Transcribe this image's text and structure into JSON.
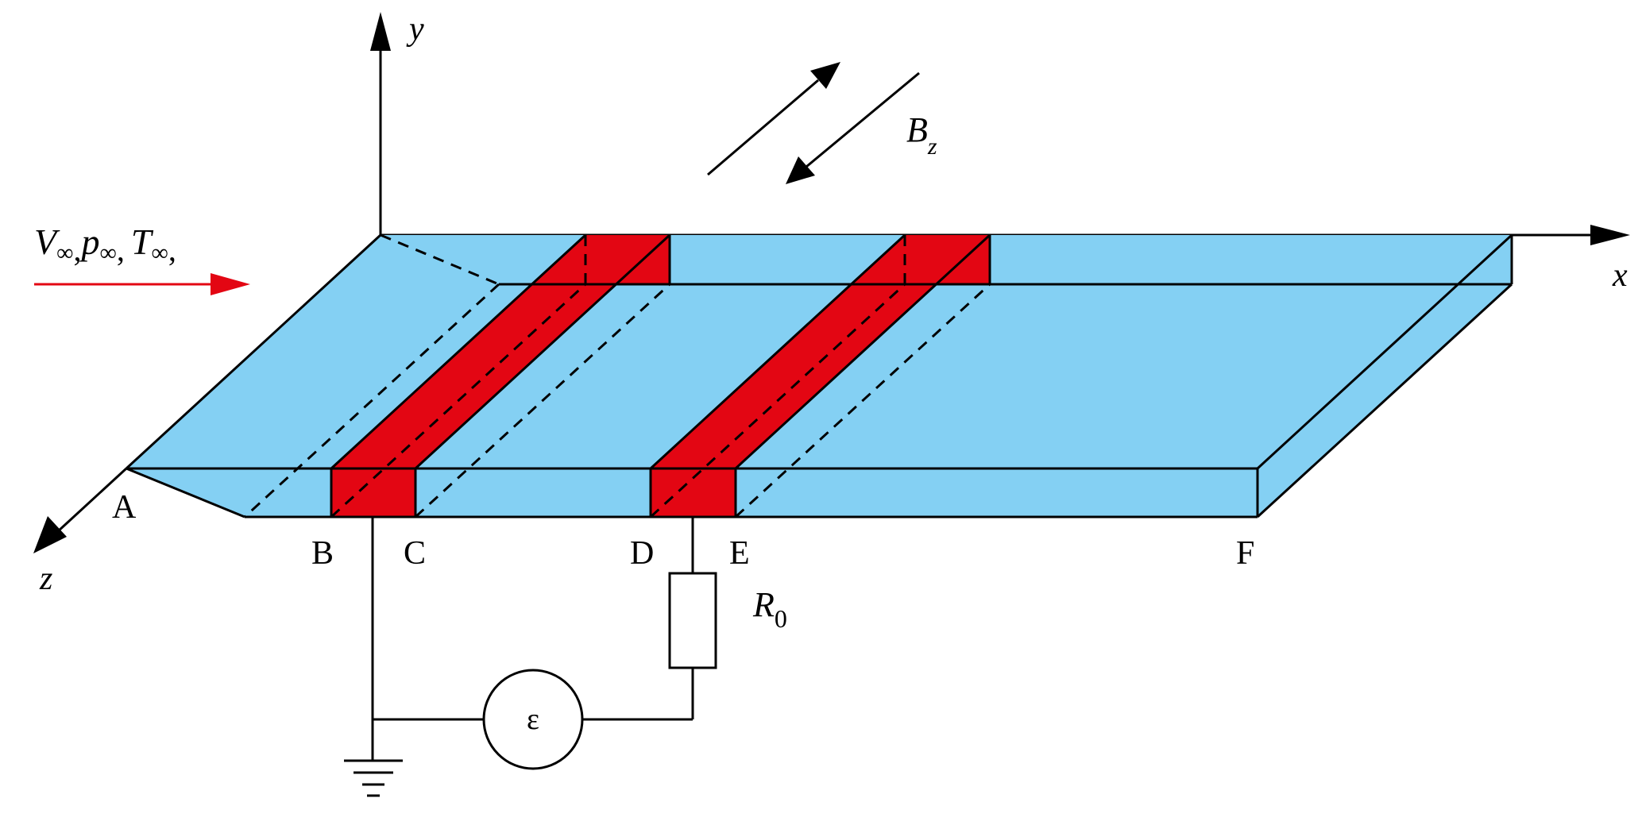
{
  "title": "MHD generator channel schematic with electrode pairs and external circuit",
  "colors": {
    "plate": "#84D0F3",
    "electrode": "#E30613",
    "flow_arrow": "#E30613",
    "line": "#000000"
  },
  "axes": {
    "x_label": "x",
    "y_label": "y",
    "z_label": "z"
  },
  "flow": {
    "label_V": "V",
    "label_p": "p",
    "label_T": "T",
    "subscript": "∞",
    "separator": ","
  },
  "magnetic_field": {
    "label": "B",
    "subscript": "z",
    "arrows": [
      "outward",
      "inward"
    ]
  },
  "points": {
    "A": "A",
    "B": "B",
    "C": "C",
    "D": "D",
    "E": "E",
    "F": "F"
  },
  "electrodes": [
    {
      "name": "electrode-BC",
      "front_left": "B",
      "front_right": "C"
    },
    {
      "name": "electrode-DE",
      "front_left": "D",
      "front_right": "E"
    }
  ],
  "circuit": {
    "resistor_label": "R",
    "resistor_subscript": "0",
    "source_label": "ε",
    "ground": "ground"
  }
}
